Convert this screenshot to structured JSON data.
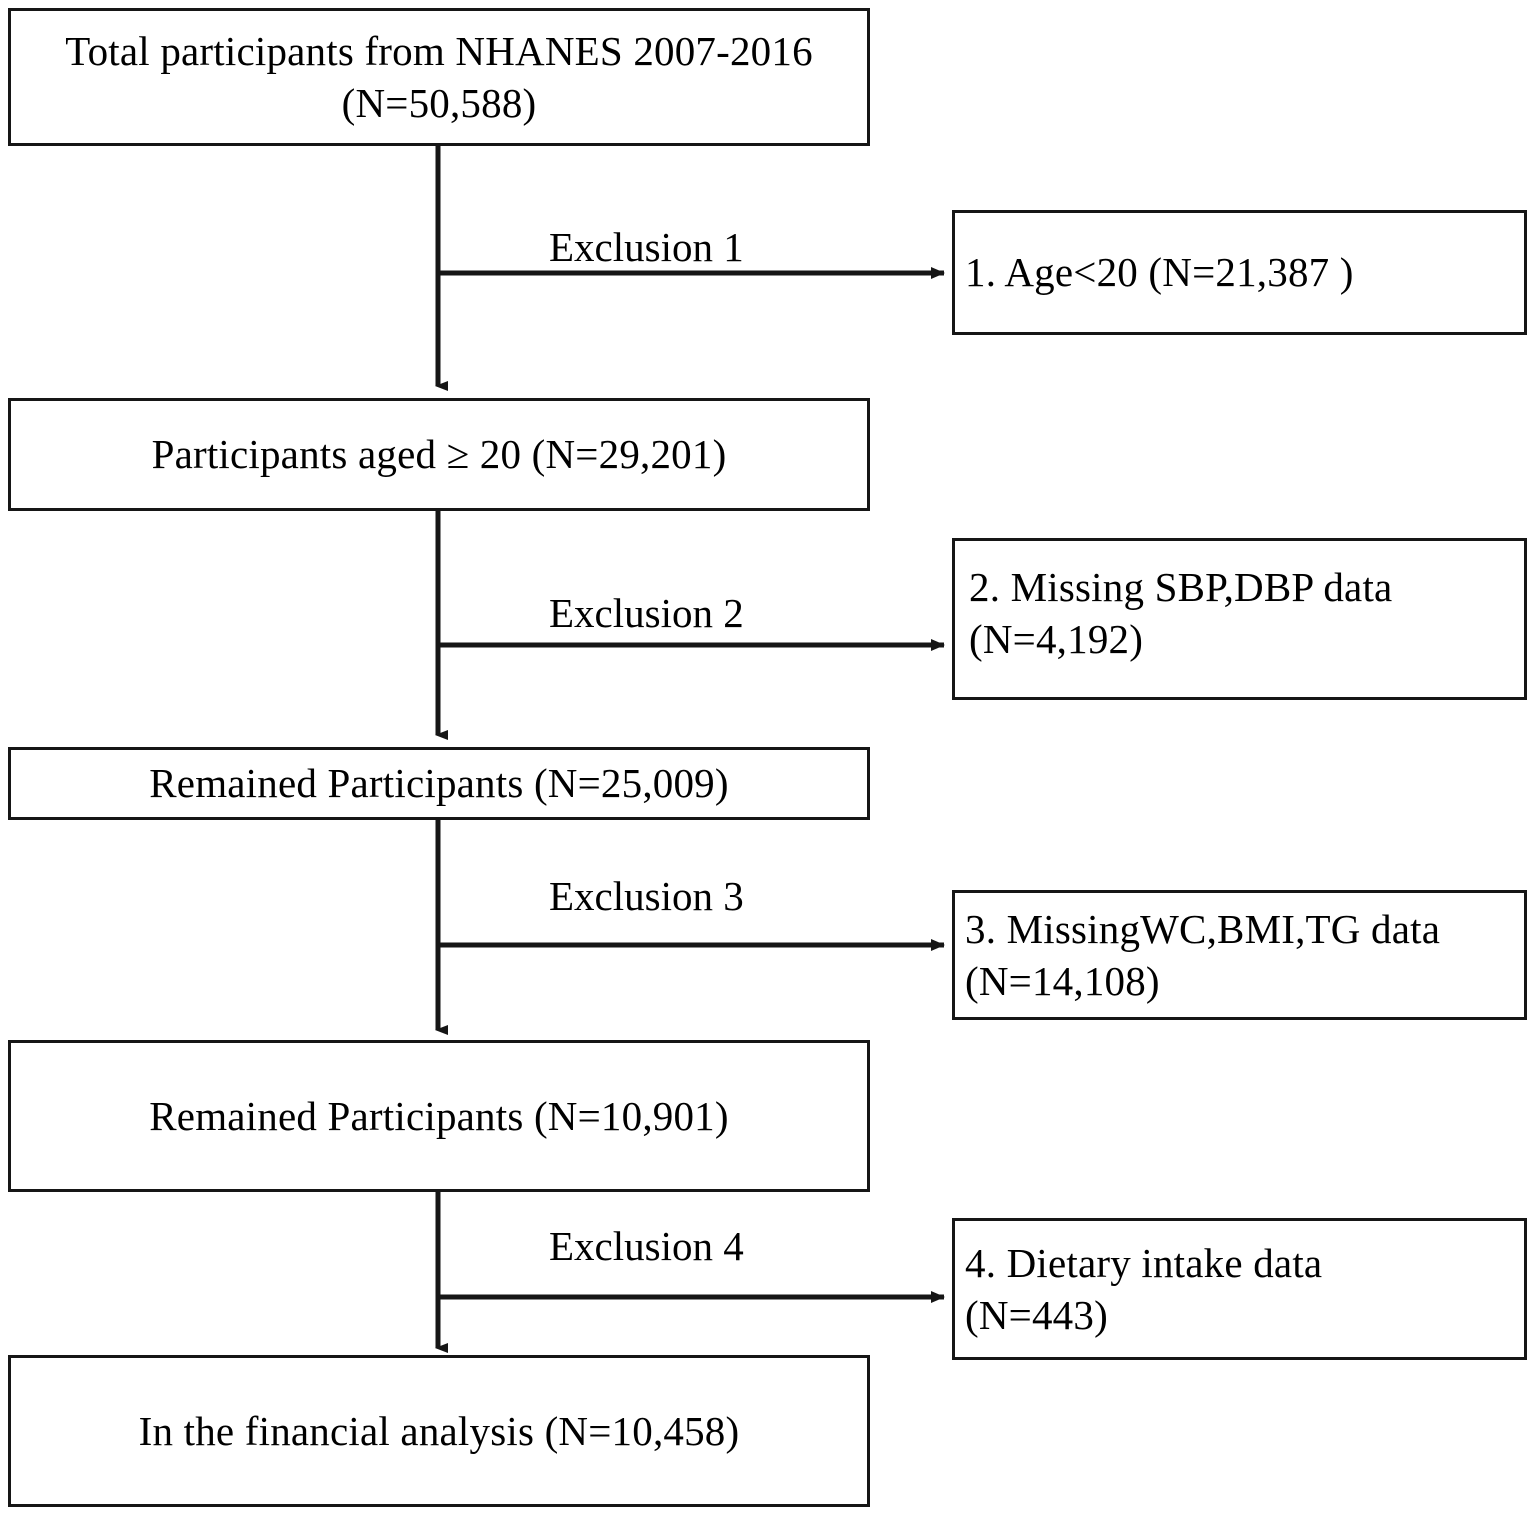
{
  "diagram": {
    "title": "NHANES participant selection flowchart",
    "stroke_color": "#161616",
    "background_color": "#ffffff",
    "nodes": [
      {
        "id": "total-participants",
        "text": "Total participants from NHANES 2007-2016\n(N=50,588)"
      },
      {
        "id": "aged-20-plus",
        "text": "Participants aged ≥ 20 (N=29,201)"
      },
      {
        "id": "remained-25009",
        "text": "Remained Participants (N=25,009)"
      },
      {
        "id": "remained-10901",
        "text": "Remained Participants (N=10,901)"
      },
      {
        "id": "final-analysis",
        "text": "In the financial analysis  (N=10,458)"
      }
    ],
    "exclusion_boxes": [
      {
        "id": "exclusion-box-1",
        "text": "1. Age<20 (N=21,387 )"
      },
      {
        "id": "exclusion-box-2",
        "text": "2.  Missing SBP,DBP data\n (N=4,192)"
      },
      {
        "id": "exclusion-box-3",
        "text": "3. MissingWC,BMI,TG data\n  (N=14,108)"
      },
      {
        "id": "exclusion-box-4",
        "text": "4. Dietary intake data\n  (N=443)"
      }
    ],
    "edge_labels": [
      {
        "id": "edge-label-1",
        "text": "Exclusion 1"
      },
      {
        "id": "edge-label-2",
        "text": "Exclusion 2"
      },
      {
        "id": "edge-label-3",
        "text": "Exclusion 3"
      },
      {
        "id": "edge-label-4",
        "text": "Exclusion 4"
      }
    ]
  }
}
